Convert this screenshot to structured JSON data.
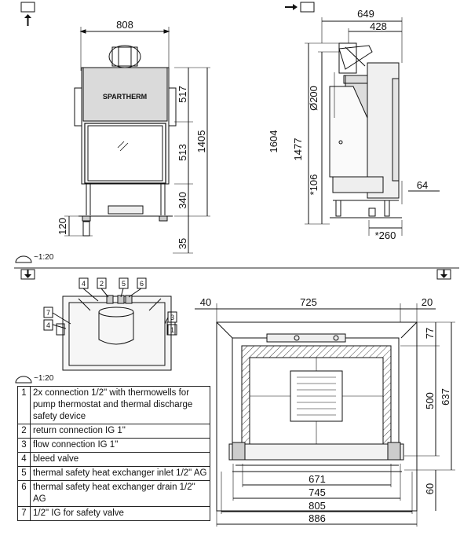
{
  "views": {
    "front": {
      "dims": {
        "width": "808",
        "upper": "517",
        "door": "513",
        "base": "340",
        "total": "1405",
        "foot": "120",
        "leg": "35"
      },
      "brand": "SPARTHERM"
    },
    "side": {
      "dims": {
        "depth": "649",
        "top_depth": "428",
        "flue": "Ø200",
        "height_total": "1604",
        "height_body": "1477",
        "off_106": "*106",
        "off_64": "64",
        "off_260": "*260"
      }
    },
    "top": {
      "dims": {
        "left": "40",
        "width": "725",
        "right": "20",
        "w671": "671",
        "w745": "745",
        "w805": "805",
        "w886": "886",
        "d77": "77",
        "d500": "500",
        "d637": "637",
        "d60": "60"
      }
    },
    "connection": {
      "callouts": [
        "4",
        "2",
        "5",
        "6",
        "7",
        "4",
        "3",
        "1"
      ]
    }
  },
  "scale_label": "~1:20",
  "scale_label_2": "~1:20",
  "legend": [
    {
      "num": "1",
      "text": "2x connection 1/2\" with thermowells for pump thermostat and thermal discharge safety device"
    },
    {
      "num": "2",
      "text": "return connection IG 1\""
    },
    {
      "num": "3",
      "text": "flow connection IG 1\""
    },
    {
      "num": "4",
      "text": "bleed valve"
    },
    {
      "num": "5",
      "text": "thermal safety heat exchanger inlet 1/2\" AG"
    },
    {
      "num": "6",
      "text": "thermal safety heat exchanger drain 1/2\" AG"
    },
    {
      "num": "7",
      "text": "1/2\" IG for safety valve"
    }
  ]
}
